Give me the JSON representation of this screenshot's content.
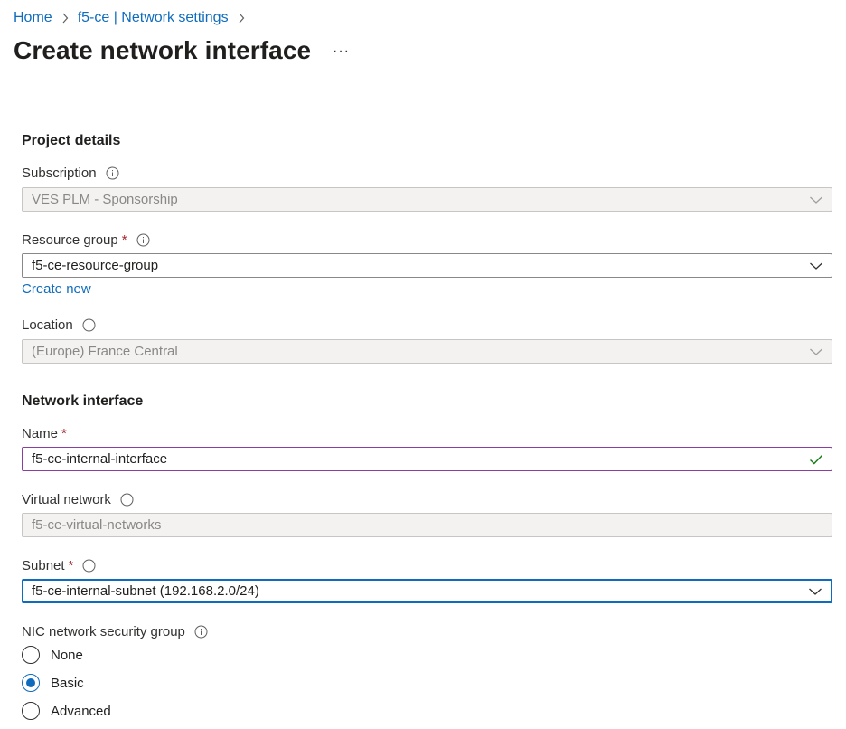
{
  "breadcrumb": {
    "home": "Home",
    "parent": "f5-ce | Network settings"
  },
  "page": {
    "title": "Create network interface",
    "more_label": "···"
  },
  "project_details": {
    "heading": "Project details",
    "subscription": {
      "label": "Subscription",
      "value": "VES PLM - Sponsorship"
    },
    "resource_group": {
      "label": "Resource group",
      "required": "*",
      "value": "f5-ce-resource-group",
      "create_new": "Create new"
    },
    "location": {
      "label": "Location",
      "value": "(Europe) France Central"
    }
  },
  "network_interface": {
    "heading": "Network interface",
    "name": {
      "label": "Name",
      "required": "*",
      "value": "f5-ce-internal-interface"
    },
    "virtual_network": {
      "label": "Virtual network",
      "value": "f5-ce-virtual-networks"
    },
    "subnet": {
      "label": "Subnet",
      "required": "*",
      "value": "f5-ce-internal-subnet (192.168.2.0/24)"
    },
    "nsg": {
      "label": "NIC network security group",
      "options": [
        "None",
        "Basic",
        "Advanced"
      ],
      "selected": "Basic"
    }
  },
  "colors": {
    "accent": "#0f6cbd",
    "required": "#a4262c",
    "valid_check": "#107c10",
    "valid_border": "#8a3fa0"
  }
}
